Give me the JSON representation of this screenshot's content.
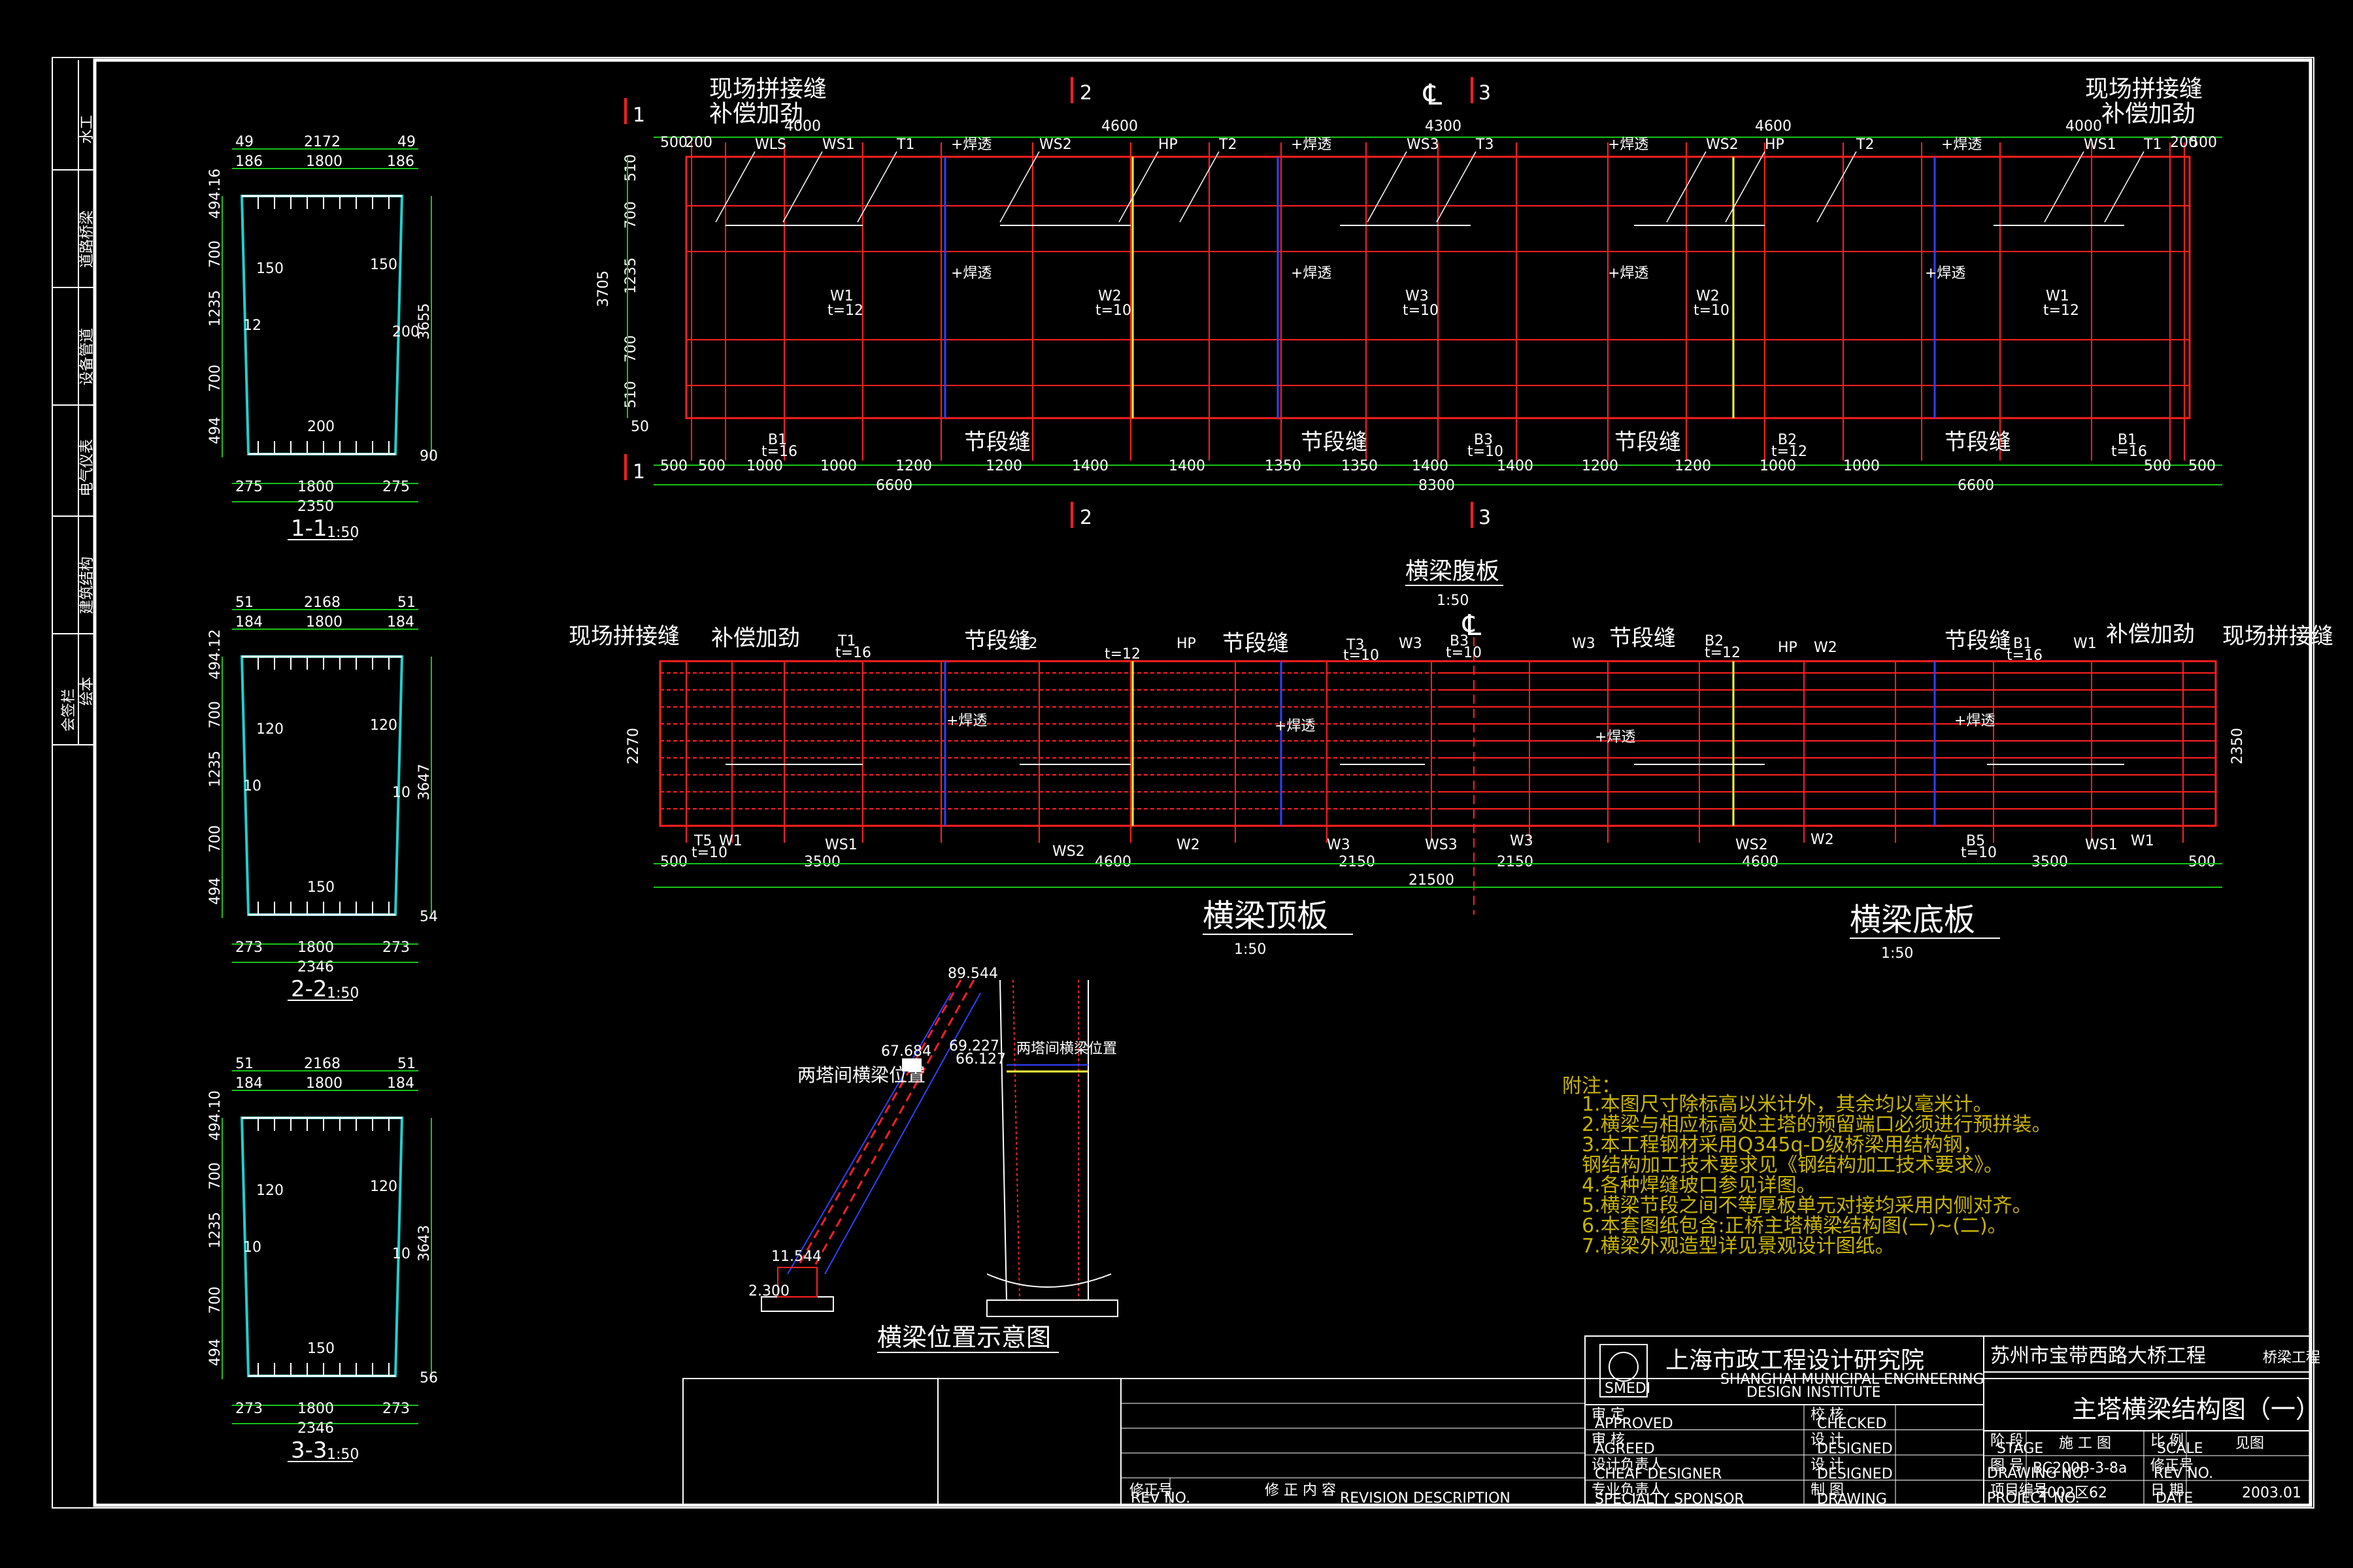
{
  "left_strip": [
    "水工",
    "道路桥梁",
    "设备管道",
    "电气仪表",
    "建筑结构",
    "绘本",
    "会签栏"
  ],
  "sections": [
    {
      "id": "1-1",
      "label": "1-1",
      "scale": "1:50",
      "top_dims": [
        "49",
        "2172",
        "49"
      ],
      "top_sub": [
        "186",
        "1800",
        "186"
      ],
      "left_dims": [
        "494.16",
        "700",
        "1235",
        "700",
        "494"
      ],
      "right_dim": "3655",
      "right_small": "90",
      "inner": [
        "150",
        "150",
        "12",
        "200",
        "200"
      ],
      "bottom_sub": [
        "275",
        "1800",
        "275"
      ],
      "bottom_total": "2350"
    },
    {
      "id": "2-2",
      "label": "2-2",
      "scale": "1:50",
      "top_dims": [
        "51",
        "2168",
        "51"
      ],
      "top_sub": [
        "184",
        "1800",
        "184"
      ],
      "left_dims": [
        "494.12",
        "700",
        "1235",
        "700",
        "494"
      ],
      "right_dim": "3647",
      "right_small": "54",
      "inner": [
        "120",
        "120",
        "10",
        "10",
        "150"
      ],
      "bottom_sub": [
        "273",
        "1800",
        "273"
      ],
      "bottom_total": "2346"
    },
    {
      "id": "3-3",
      "label": "3-3",
      "scale": "1:50",
      "top_dims": [
        "51",
        "2168",
        "51"
      ],
      "top_sub": [
        "184",
        "1800",
        "184"
      ],
      "left_dims": [
        "494.10",
        "700",
        "1235",
        "700",
        "494"
      ],
      "right_dim": "3643",
      "right_small": "56",
      "inner": [
        "120",
        "120",
        "10",
        "10",
        "150"
      ],
      "bottom_sub": [
        "273",
        "1800",
        "273"
      ],
      "bottom_total": "2346"
    }
  ],
  "web_plate": {
    "title": "横梁腹板",
    "scale": "1:50",
    "top_labels": {
      "field_joint": "现场拼接缝",
      "comp_stiff": "补偿加劲"
    },
    "section_marks": [
      "1",
      "2",
      "3"
    ],
    "cl": "℄",
    "top_dims": [
      "500",
      "200",
      "4000",
      "4600",
      "4300",
      "4600",
      "4000",
      "200",
      "500"
    ],
    "part_labels": [
      "WLS",
      "WS1",
      "T1",
      "WS2",
      "HP",
      "T2",
      "WS3",
      "T3",
      "WS2",
      "HP",
      "T2",
      "WS1",
      "T1"
    ],
    "weld": "+焊透",
    "plates": [
      {
        "name": "W1",
        "t": "t=12"
      },
      {
        "name": "W2",
        "t": "t=10"
      },
      {
        "name": "W3",
        "t": "t=10"
      },
      {
        "name": "W2",
        "t": "t=10"
      },
      {
        "name": "W1",
        "t": "t=12"
      }
    ],
    "left_dims": [
      "510",
      "700",
      "1235",
      "700",
      "510"
    ],
    "left_total": "3705",
    "left_small": "50",
    "bottom_parts": [
      {
        "name": "B1",
        "t": "t=16"
      },
      {
        "name": "B3",
        "t": "t=10"
      },
      {
        "name": "B2",
        "t": "t=12"
      },
      {
        "name": "B1",
        "t": "t=16"
      }
    ],
    "seg_joint": "节段缝",
    "bottom_dims": [
      "500",
      "500",
      "1000",
      "1000",
      "1200",
      "1200",
      "1400",
      "1400",
      "1350",
      "1350",
      "1400",
      "1400",
      "1200",
      "1200",
      "1000",
      "1000",
      "500",
      "500"
    ],
    "bottom_totals": [
      "6600",
      "8300",
      "6600"
    ]
  },
  "top_plate": {
    "title": "横梁顶板",
    "scale": "1:50",
    "labels": [
      "现场拼接缝",
      "补偿加劲",
      "节段缝",
      "节段缝"
    ],
    "parts": [
      "T1",
      "t=16",
      "T2",
      "t=12",
      "HP",
      "T3",
      "t=10",
      "W3",
      "B3",
      "t=10"
    ],
    "bottom_parts": [
      "T5",
      "t=10",
      "W1",
      "WS1",
      "WS2",
      "W2",
      "W3",
      "WS3"
    ],
    "left_dim": "2270",
    "bottom_dims": [
      "500",
      "3500",
      "4600",
      "2150"
    ],
    "total": "21500"
  },
  "bottom_plate": {
    "title": "横梁底板",
    "scale": "1:50",
    "labels": [
      "节段缝",
      "节段缝",
      "补偿加劲",
      "现场拼接缝"
    ],
    "parts": [
      "W3",
      "B2",
      "t=12",
      "HP",
      "W2",
      "B1",
      "t=16",
      "W1"
    ],
    "bottom_parts": [
      "W3",
      "WS2",
      "W2",
      "B5",
      "t=10",
      "WS1",
      "W1"
    ],
    "right_dim": "2350",
    "bottom_dims": [
      "2150",
      "4600",
      "3500",
      "500"
    ]
  },
  "location": {
    "title": "横梁位置示意图",
    "caption": "两塔间横梁位置",
    "elev": [
      "89.544",
      "67.684",
      "69.227",
      "66.127",
      "11.544",
      "2.300"
    ],
    "side_label": "两塔间横梁位置"
  },
  "notes": {
    "title": "附注：",
    "items": [
      "1.本图尺寸除标高以米计外，其余均以毫米计。",
      "2.横梁与相应标高处主塔的预留端口必须进行预拼装。",
      "3.本工程钢材采用Q345q-D级桥梁用结构钢，",
      "  钢结构加工技术要求见《钢结构加工技术要求》。",
      "4.各种焊缝坡口参见详图。",
      "5.横梁节段之间不等厚板单元对接均采用内侧对齐。",
      "6.本套图纸包含:正桥主塔横梁结构图(一)~(二)。",
      "7.横梁外观造型详见景观设计图纸。"
    ]
  },
  "title_block": {
    "institute": "上海市政工程设计研究院",
    "institute_en1": "SHANGHAI MUNICIPAL ENGINEERING",
    "institute_en2": "DESIGN  INSTITUTE",
    "logo_text": "SMEDI",
    "project": "苏州市宝带西路大桥工程",
    "project_sub": "桥梁工程",
    "drawing_title": "主塔横梁结构图（一）",
    "rows": [
      {
        "a": "审    定",
        "a_en": "APPROVED",
        "b": "校    核",
        "b_en": "CHECKED"
      },
      {
        "a": "审    核",
        "a_en": "AGREED",
        "b": "设    计",
        "b_en": "DESIGNED"
      },
      {
        "a": "设计负责人",
        "a_en": "CHEAF DESIGNER",
        "b": "设    计",
        "b_en": "DESIGNED"
      },
      {
        "a": "专业负责人",
        "a_en": "SPECIALTY SPONSOR",
        "b": "制    图",
        "b_en": "DRAWING"
      }
    ],
    "stage_label": "阶    段",
    "stage_en": "STAGE",
    "stage": "施 工 图",
    "scale_label": "比    例",
    "scale_en": "SCALE",
    "scale": "见图",
    "drawing_no_label": "图    号",
    "drawing_no_en": "DRAWING NO.",
    "drawing_no": "BC200B-3-8a",
    "rev_label": "修正号",
    "rev_en": "REV NO.",
    "project_no_label": "项目编号",
    "project_no_en": "PROJECT NO.",
    "project_no": "2002区62",
    "date_label": "日    期",
    "date_en": "DATE",
    "date": "2003.01",
    "revision": {
      "no": "修正号",
      "no_en": "REV NO.",
      "desc": "修    正    内    容",
      "desc_en": "REVISION DESCRIPTION"
    }
  }
}
